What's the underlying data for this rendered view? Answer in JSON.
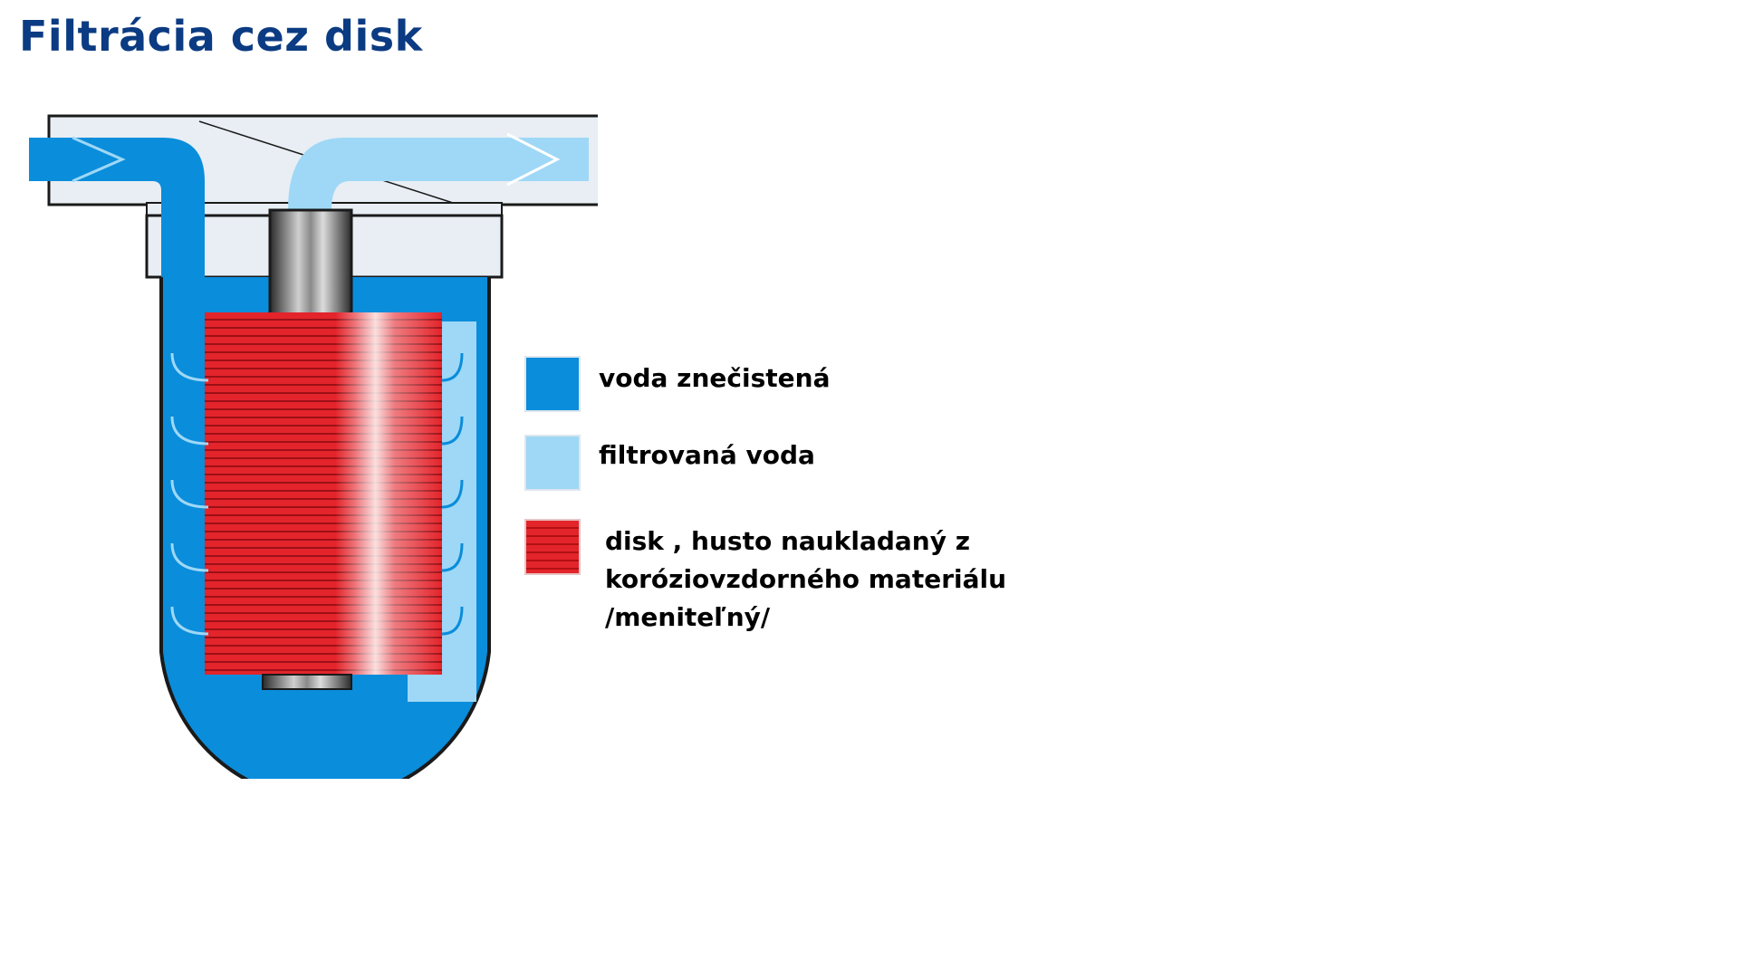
{
  "title": "Filtrácia cez disk",
  "colors": {
    "title": "#0b3b82",
    "dirty_water": "#0a8ddb",
    "filtered_water": "#9ed8f6",
    "disk": "#e3242b",
    "housing": "#e8eef4",
    "outline": "#1a1a1a"
  },
  "icons": {
    "flow_arrow": "chevron-right-arrow",
    "water_path": "curved-arrow"
  },
  "legend": {
    "items": [
      {
        "label_lines": [
          "voda znečistená"
        ],
        "color_key": "dirty_water"
      },
      {
        "label_lines": [
          "filtrovaná voda"
        ],
        "color_key": "filtered_water"
      },
      {
        "label_lines": [
          "disk , husto naukladaný z",
          "koróziovzdorného materiálu",
          "/meniteľný/"
        ],
        "color_key": "disk"
      }
    ]
  }
}
